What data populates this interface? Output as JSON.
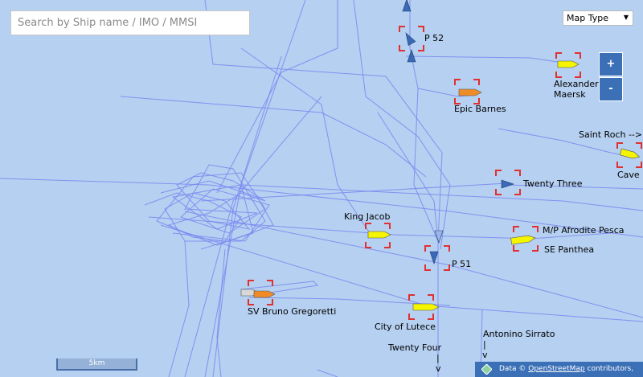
{
  "search": {
    "placeholder": "Search by Ship name / IMO / MMSI"
  },
  "map_type": {
    "label": "Map Type"
  },
  "zoom": {
    "in_label": "+",
    "out_label": "-"
  },
  "scale": {
    "label": "5km"
  },
  "attribution": {
    "prefix": "Data ©",
    "link": "OpenStreetMap",
    "suffix": "contributors, ODbL"
  },
  "colors": {
    "sea": "#b5d0f0",
    "track": "#7a86f0",
    "selection": "#e03030",
    "cargo": "#f5f500",
    "tanker": "#f08c28",
    "pilot": "#3a6ab5"
  },
  "ships": [
    {
      "name": "P 52",
      "type": "pilot"
    },
    {
      "name": "Alexander\nMaersk",
      "type": "cargo"
    },
    {
      "name": "Epic Barnes",
      "type": "tanker"
    },
    {
      "name": "Saint Roch -->",
      "type": "cargo"
    },
    {
      "name": "Cave",
      "type": "cargo"
    },
    {
      "name": "Twenty Three",
      "type": "pilot"
    },
    {
      "name": "King Jacob",
      "type": "cargo"
    },
    {
      "name": "M/P Afrodite Pesca",
      "type": "cargo"
    },
    {
      "name": "SE Panthea",
      "type": "cargo"
    },
    {
      "name": "P 51",
      "type": "pilot"
    },
    {
      "name": "SV Bruno Gregoretti",
      "type": "cargo"
    },
    {
      "name": "City of Lutece",
      "type": "cargo"
    },
    {
      "name": "Antonino Sirrato",
      "type": "cargo"
    },
    {
      "name": "Twenty Four",
      "type": "pilot"
    }
  ],
  "pointer_marks": [
    "|",
    "v",
    "|",
    "v"
  ]
}
